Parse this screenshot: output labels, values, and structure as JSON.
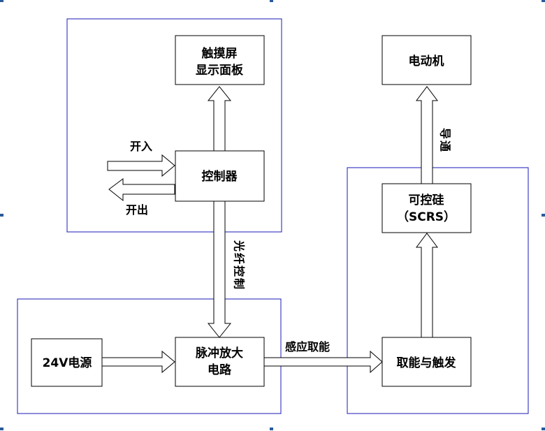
{
  "blocks": {
    "touchscreen": {
      "line1": "触摸屏",
      "line2": "显示面板"
    },
    "controller": {
      "label": "控制器"
    },
    "motor": {
      "label": "电动机"
    },
    "scr": {
      "line1": "可控硅",
      "line2": "（SCRS）"
    },
    "power": {
      "label": "24V电源"
    },
    "pulse_amp": {
      "line1": "脉冲放大",
      "line2": "电路"
    },
    "trigger": {
      "label": "取能与触发"
    }
  },
  "labels": {
    "input": "开入",
    "output": "开出",
    "fiber": [
      "光",
      "纤",
      "控",
      "制"
    ],
    "conduct": [
      "导",
      "通"
    ],
    "induction": "感应取能"
  },
  "colors": {
    "group_border": "#1a1ab8",
    "block_border": "#000000"
  }
}
